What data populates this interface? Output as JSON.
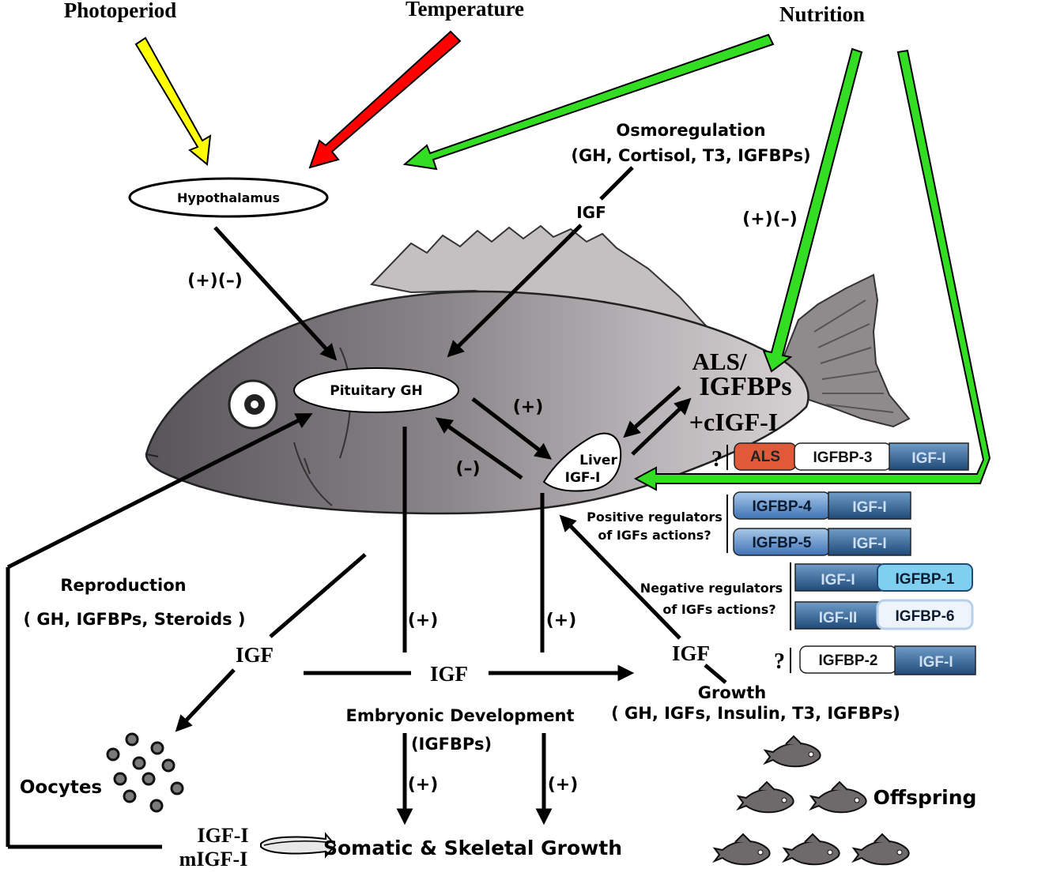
{
  "factors": {
    "photoperiod": "Photoperiod",
    "temperature": "Temperature",
    "nutrition": "Nutrition"
  },
  "organs": {
    "hypothalamus": "Hypothalamus",
    "pituitary": "Pituitary GH",
    "liver_line1": "Liver",
    "liver_line2": "IGF-I"
  },
  "regulation": {
    "plus_minus": "(+)(–)",
    "plus": "(+)",
    "minus": "(–)"
  },
  "osmoregulation": {
    "title": "Osmoregulation",
    "factors": "(GH, Cortisol, T3, IGFBPs)"
  },
  "igf": "IGF",
  "als_line1": "ALS/",
  "als_line2": "IGFBPs",
  "circulating": "+cIGF-I",
  "question_mark": "?",
  "complexes": {
    "ternary": [
      "ALS",
      "IGFBP-3",
      "IGF-I"
    ],
    "bp4": [
      "IGFBP-4",
      "IGF-I"
    ],
    "bp5": [
      "IGFBP-5",
      "IGF-I"
    ],
    "bp1": [
      "IGF-I",
      "IGFBP-1"
    ],
    "bp6": [
      "IGF-II",
      "IGFBP-6"
    ],
    "bp2": [
      "IGFBP-2",
      "IGF-I"
    ]
  },
  "positive_regulators": [
    "Positive regulators",
    "of IGFs actions?"
  ],
  "negative_regulators": [
    "Negative regulators",
    "of IGFs  actions?"
  ],
  "reproduction": {
    "title": "Reproduction",
    "factors": "( GH, IGFBPs, Steroids )"
  },
  "embryonic": {
    "title": "Embryonic Development",
    "factors": "(IGFBPs)"
  },
  "growth": {
    "title": "Growth",
    "factors": "( GH, IGFs, Insulin, T3, IGFBPs)"
  },
  "oocytes": "Oocytes",
  "offspring": "Offspring",
  "somatic": "Somatic & Skeletal Growth",
  "igf_local_1": "IGF-I",
  "igf_local_2": "mIGF-I",
  "colors": {
    "photoperiod_arrow": "#ffff00",
    "temperature_arrow": "#ff0000",
    "nutrition_arrow": "#33dd22",
    "als_box": "#e05a3a",
    "igf_box": "#2a5a8a",
    "bp_box": "#4a80c0",
    "bp1_box": "#7fd0f0",
    "bp6_box": "#d8e8f8"
  }
}
